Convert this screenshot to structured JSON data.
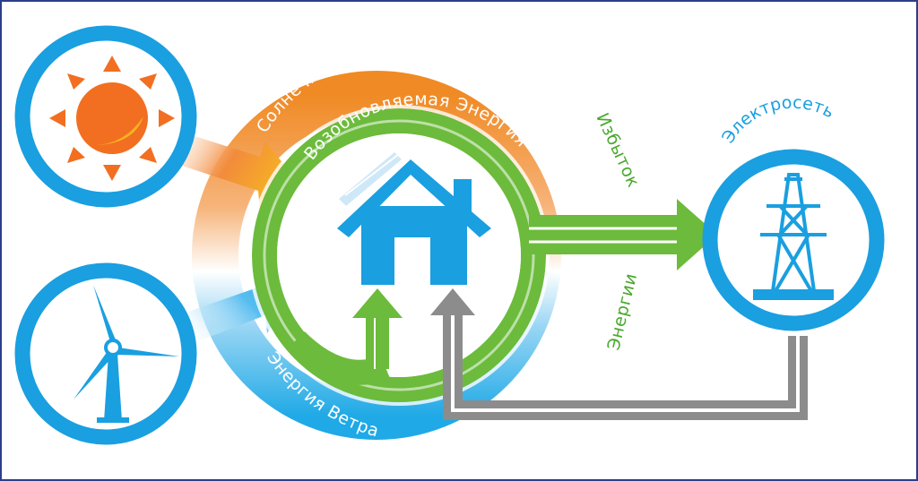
{
  "labels": {
    "solar_energy": "Солнечная Энергия",
    "renewable_energy": "Возобновляемая Энергия",
    "wind_energy": "Энергия Ветра",
    "surplus": "Избыток",
    "energy": "Энергии",
    "grid": "Электросеть"
  },
  "colors": {
    "solar_orange": "#f08a24",
    "wind_blue": "#1fa9e6",
    "renewable_green": "#6cbb3c",
    "grid_gray": "#8c8c8c",
    "house_blue": "#1a9fe0",
    "frame_border": "#2c3e8c"
  },
  "icons": [
    "sun-icon",
    "wind-turbine-icon",
    "house-icon",
    "power-tower-icon"
  ]
}
